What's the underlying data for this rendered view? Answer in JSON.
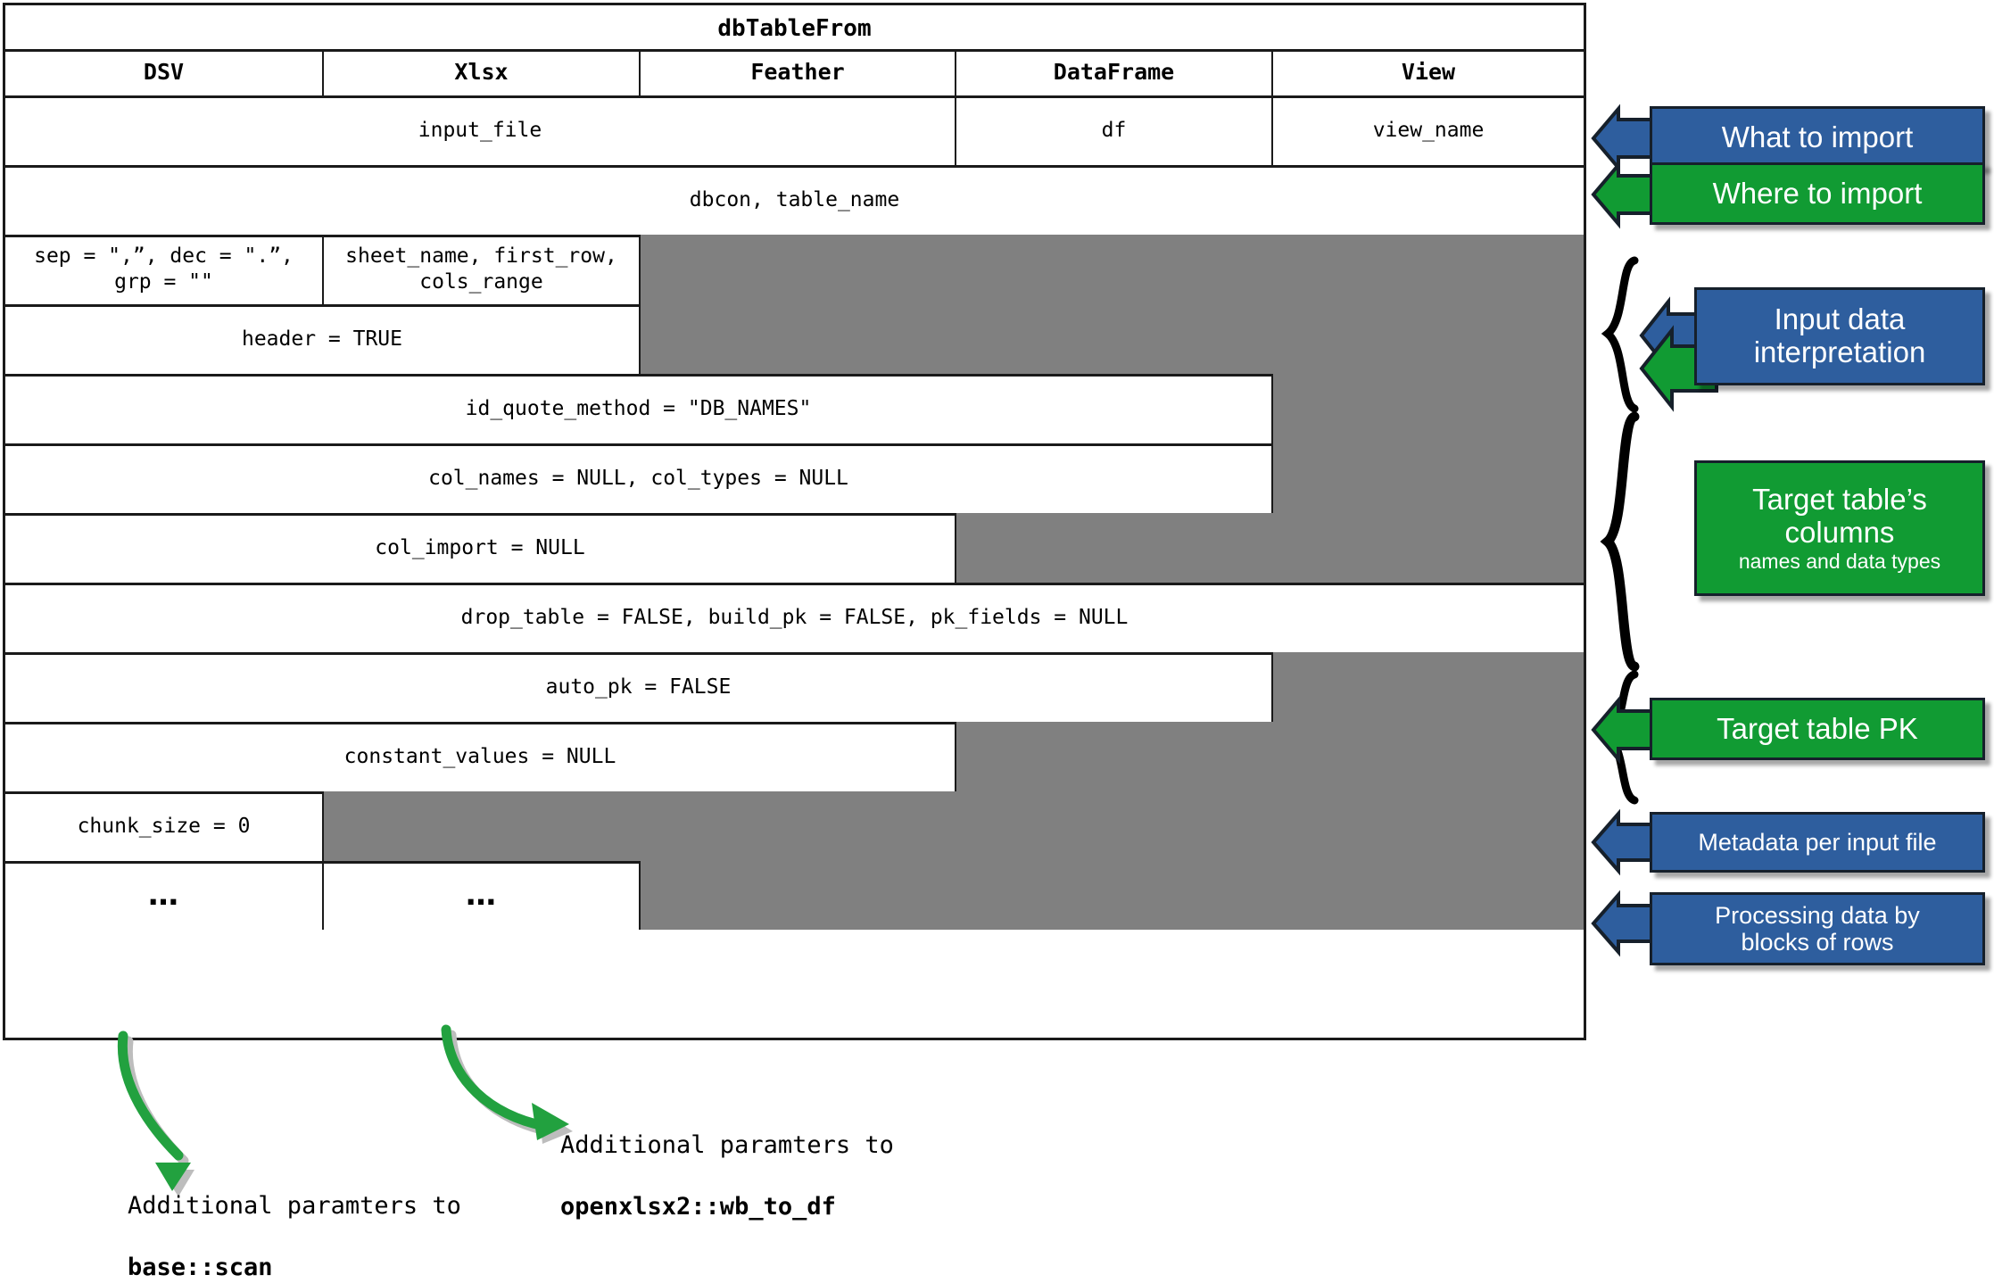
{
  "table": {
    "title": "dbTableFrom",
    "columns": [
      "DSV",
      "Xlsx",
      "Feather",
      "DataFrame",
      "View"
    ],
    "rows": [
      {
        "name": "row-input-source",
        "cells": [
          {
            "text": "input_file",
            "span": 3,
            "grey": false
          },
          {
            "text": "df",
            "span": 1,
            "grey": false
          },
          {
            "text": "view_name",
            "span": 1,
            "grey": false
          }
        ]
      },
      {
        "name": "row-connection",
        "cells": [
          {
            "text": "dbcon, table_name",
            "span": 5,
            "grey": false
          }
        ]
      },
      {
        "name": "row-sep-dec-grp",
        "cells": [
          {
            "text": "sep = \",”, dec = \".”,\ngrp = \"\"",
            "span": 1,
            "grey": false
          },
          {
            "text": "sheet_name, first_row,\ncols_range",
            "span": 1,
            "grey": false
          },
          {
            "text": "",
            "span": 3,
            "grey": true
          }
        ]
      },
      {
        "name": "row-header",
        "cells": [
          {
            "text": "header = TRUE",
            "span": 2,
            "grey": false
          },
          {
            "text": "",
            "span": 3,
            "grey": true
          }
        ]
      },
      {
        "name": "row-id-quote-method",
        "cells": [
          {
            "text": "id_quote_method = \"DB_NAMES\"",
            "span": 4,
            "grey": false
          },
          {
            "text": "",
            "span": 1,
            "grey": true
          }
        ]
      },
      {
        "name": "row-col-names-types",
        "cells": [
          {
            "text": "col_names = NULL, col_types = NULL",
            "span": 4,
            "grey": false
          },
          {
            "text": "",
            "span": 1,
            "grey": true
          }
        ]
      },
      {
        "name": "row-col-import",
        "cells": [
          {
            "text": "col_import = NULL",
            "span": 3,
            "grey": false
          },
          {
            "text": "",
            "span": 2,
            "grey": true
          }
        ]
      },
      {
        "name": "row-drop-build-pk",
        "cells": [
          {
            "text": "drop_table = FALSE, build_pk = FALSE, pk_fields = NULL",
            "span": 5,
            "grey": false
          }
        ]
      },
      {
        "name": "row-auto-pk",
        "cells": [
          {
            "text": "auto_pk = FALSE",
            "span": 4,
            "grey": false
          },
          {
            "text": "",
            "span": 1,
            "grey": true
          }
        ]
      },
      {
        "name": "row-constant-values",
        "cells": [
          {
            "text": "constant_values = NULL",
            "span": 3,
            "grey": false
          },
          {
            "text": "",
            "span": 2,
            "grey": true
          }
        ]
      },
      {
        "name": "row-chunk-size",
        "cells": [
          {
            "text": "chunk_size = 0",
            "span": 1,
            "grey": false
          },
          {
            "text": "",
            "span": 4,
            "grey": true
          }
        ]
      },
      {
        "name": "row-ellipsis",
        "cells": [
          {
            "text": "…",
            "span": 1,
            "grey": false,
            "dots": true
          },
          {
            "text": "…",
            "span": 1,
            "grey": false,
            "dots": true
          },
          {
            "text": "",
            "span": 3,
            "grey": true
          }
        ]
      }
    ]
  },
  "callouts": [
    {
      "name": "callout-what-to-import",
      "label": "What to import",
      "sub": "",
      "color": "blue"
    },
    {
      "name": "callout-where-to-import",
      "label": "Where to import",
      "sub": "",
      "color": "green"
    },
    {
      "name": "callout-input-interpretation",
      "label": "Input data\ninterpretation",
      "sub": "",
      "color": "blue"
    },
    {
      "name": "callout-target-columns",
      "label": "Target table’s\ncolumns",
      "sub": "names and data types",
      "color": "green"
    },
    {
      "name": "callout-target-pk",
      "label": "Target table PK",
      "sub": "",
      "color": "green"
    },
    {
      "name": "callout-metadata",
      "label": "Metadata per input file",
      "sub": "",
      "color": "blue"
    },
    {
      "name": "callout-processing-blocks",
      "label": "Processing data by\nblocks of rows",
      "sub": "",
      "color": "blue"
    }
  ],
  "notes": [
    {
      "name": "note-base-scan",
      "line1": "Additional paramters to",
      "line2": "base::scan"
    },
    {
      "name": "note-wb-to-df",
      "line1": "Additional paramters to",
      "line2": "openxlsx2::wb_to_df"
    }
  ],
  "colors": {
    "blue": "#2e5e9e",
    "green": "#119b33",
    "grey_cell": "#808080",
    "arrow_green": "#1e9e3c",
    "border": "#1a1a1a"
  }
}
